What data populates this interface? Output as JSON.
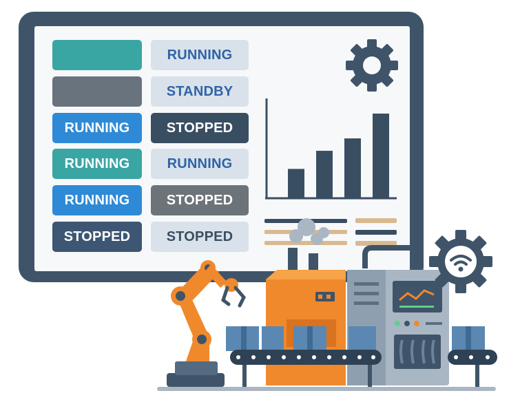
{
  "status_grid": {
    "left": [
      {
        "label": "",
        "color": "#3aa6a4",
        "text_color": "#ffffff"
      },
      {
        "label": "",
        "color": "#69737d",
        "text_color": "#ffffff"
      },
      {
        "label": "RUNNING",
        "color": "#2e8ad6",
        "text_color": "#ffffff"
      },
      {
        "label": "RUNNING",
        "color": "#3aa6a4",
        "text_color": "#ffffff"
      },
      {
        "label": "RUNNING",
        "color": "#2e8ad6",
        "text_color": "#ffffff"
      },
      {
        "label": "STOPPED",
        "color": "#3c5673",
        "text_color": "#ffffff"
      }
    ],
    "right": [
      {
        "label": "RUNNING",
        "color": "#d9e2ea",
        "text_color": "#2f63a8"
      },
      {
        "label": "STANDBY",
        "color": "#d9e2ea",
        "text_color": "#2f63a8"
      },
      {
        "label": "STOPPED",
        "color": "#3a4e62",
        "text_color": "#ffffff"
      },
      {
        "label": "RUNNING",
        "color": "#d9e2ea",
        "text_color": "#2f63a8"
      },
      {
        "label": "STOPPED",
        "color": "#6c7379",
        "text_color": "#ffffff"
      },
      {
        "label": "STOPPED",
        "color": "#d9e2ea",
        "text_color": "#3a4e62"
      }
    ]
  },
  "bar_chart": {
    "values": [
      3,
      4.9,
      6.2,
      8.8
    ]
  },
  "icons": [
    "gear-icon",
    "wifi-gear-icon",
    "robot-arm-icon",
    "factory-icon",
    "control-cabinet-icon",
    "conveyor-belt-icon"
  ],
  "colors": {
    "monitor": "#3f5468",
    "screen": "#f7f8fa",
    "bars": "#3a4e62",
    "accent_orange": "#f0892c",
    "machine_gray": "#a9b7c4"
  }
}
